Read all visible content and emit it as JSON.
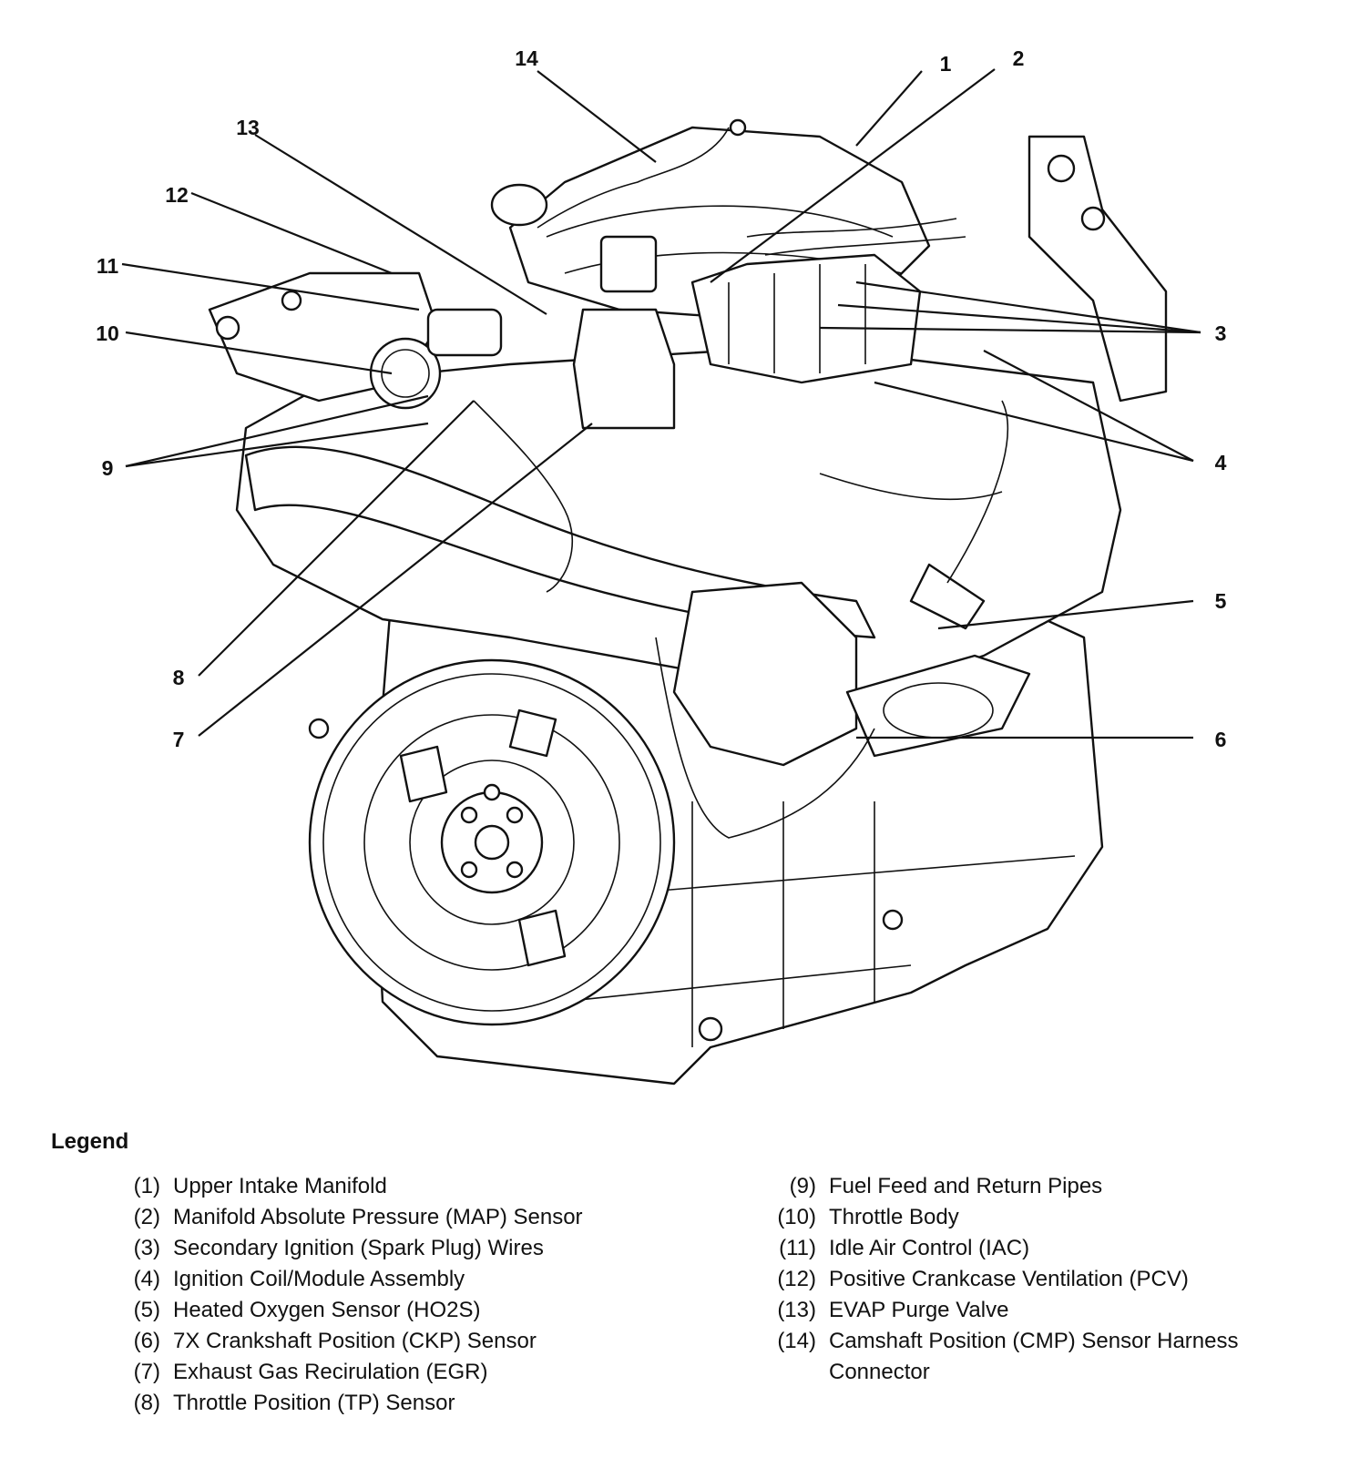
{
  "callouts": [
    "1",
    "2",
    "3",
    "4",
    "5",
    "6",
    "7",
    "8",
    "9",
    "10",
    "11",
    "12",
    "13",
    "14"
  ],
  "legend": {
    "title": "Legend",
    "items": [
      {
        "num": "(1)",
        "text": "Upper Intake Manifold"
      },
      {
        "num": "(2)",
        "text": "Manifold Absolute Pressure (MAP) Sensor"
      },
      {
        "num": "(3)",
        "text": "Secondary Ignition (Spark Plug) Wires"
      },
      {
        "num": "(4)",
        "text": "Ignition Coil/Module Assembly"
      },
      {
        "num": "(5)",
        "text": "Heated Oxygen Sensor (HO2S)"
      },
      {
        "num": "(6)",
        "text": "7X Crankshaft Position (CKP) Sensor"
      },
      {
        "num": "(7)",
        "text": "Exhaust Gas Recirulation (EGR)"
      },
      {
        "num": "(8)",
        "text": "Throttle Position (TP) Sensor"
      },
      {
        "num": "(9)",
        "text": "Fuel Feed and Return Pipes"
      },
      {
        "num": "(10)",
        "text": "Throttle Body"
      },
      {
        "num": "(11)",
        "text": "Idle Air Control (IAC)"
      },
      {
        "num": "(12)",
        "text": "Positive Crankcase Ventilation (PCV)"
      },
      {
        "num": "(13)",
        "text": "EVAP Purge Valve"
      },
      {
        "num": "(14)",
        "text": "Camshaft Position (CMP) Sensor Harness Connector"
      }
    ]
  },
  "colors": {
    "ink": "#111111",
    "paper": "#ffffff"
  }
}
